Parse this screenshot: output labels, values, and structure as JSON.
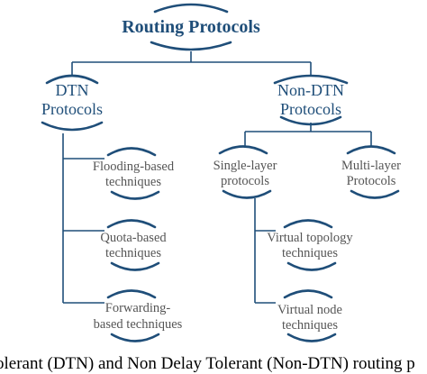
{
  "colors": {
    "primary": "#1f4e79",
    "node_text": "#555555",
    "line": "#1f4e79",
    "caption": "#000000"
  },
  "diagram": {
    "root": "Routing Protocols",
    "dtn": {
      "line1": "DTN",
      "line2": "Protocols",
      "children": [
        {
          "line1": "Flooding-based",
          "line2": "techniques"
        },
        {
          "line1": "Quota-based",
          "line2": "techniques"
        },
        {
          "line1": "Forwarding-",
          "line2": "based techniques"
        }
      ]
    },
    "non_dtn": {
      "line1": "Non-DTN",
      "line2": "Protocols",
      "single_layer": {
        "line1": "Single-layer",
        "line2": "protocols",
        "children": [
          {
            "line1": "Virtual topology",
            "line2": "techniques"
          },
          {
            "line1": "Virtual node",
            "line2": "techniques"
          }
        ]
      },
      "multi_layer": {
        "line1": "Multi-layer",
        "line2": "Protocols"
      }
    }
  },
  "caption": "olerant (DTN) and Non Delay Tolerant (Non-DTN) routing p"
}
